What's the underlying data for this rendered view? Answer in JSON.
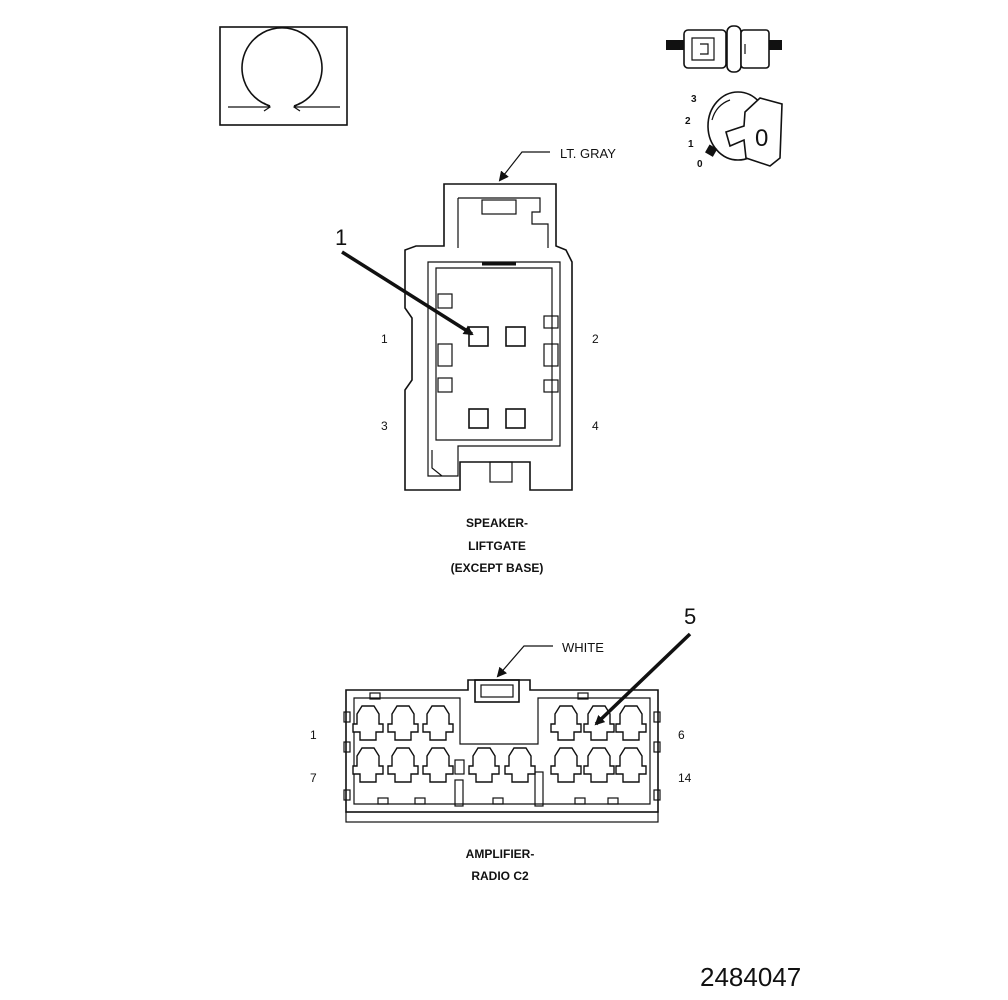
{
  "speaker_connector": {
    "color_label": "LT. GRAY",
    "callout": "1",
    "pins": {
      "p1": "1",
      "p2": "2",
      "p3": "3",
      "p4": "4"
    },
    "caption": [
      "SPEAKER-",
      "LIFTGATE",
      "(EXCEPT BASE)"
    ]
  },
  "amplifier_connector": {
    "color_label": "WHITE",
    "callout": "5",
    "pins": {
      "top_left": "1",
      "top_right": "6",
      "bottom_left": "7",
      "bottom_right": "14"
    },
    "caption": [
      "AMPLIFIER-",
      "RADIO C2"
    ]
  },
  "ignition_key": {
    "positions": [
      "3",
      "2",
      "1",
      "0"
    ],
    "key_label": "0"
  },
  "figure_number": "2484047",
  "icons": [
    "ohm-symbol-icon",
    "connector-plug-icon",
    "ignition-key-icon"
  ]
}
